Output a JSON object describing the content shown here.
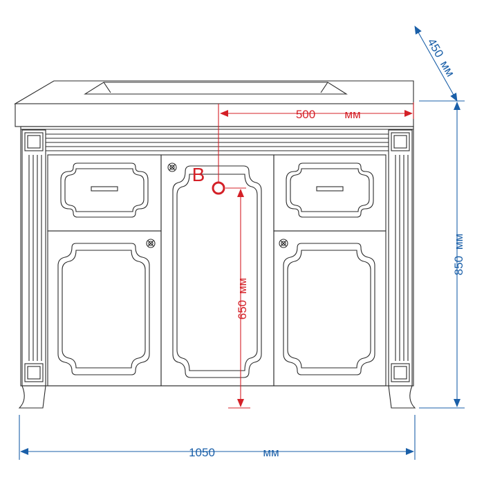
{
  "dimensions": {
    "width": {
      "value": "1050",
      "unit": "мм"
    },
    "height": {
      "value": "850",
      "unit": "мм"
    },
    "depth": {
      "value": "450",
      "unit": "мм"
    },
    "drain_offset": {
      "value": "500",
      "unit": "мм"
    },
    "drain_height": {
      "value": "650",
      "unit": "мм"
    }
  },
  "markers": {
    "drain_point_label": "B"
  },
  "colors": {
    "blue_dimension": "#1a5fa8",
    "red_dimension": "#d42027",
    "outline": "#2a2a2a"
  },
  "icons": {
    "drain": "drain-point-icon",
    "knob": "knob-icon",
    "arrow": "arrowhead-icon"
  }
}
